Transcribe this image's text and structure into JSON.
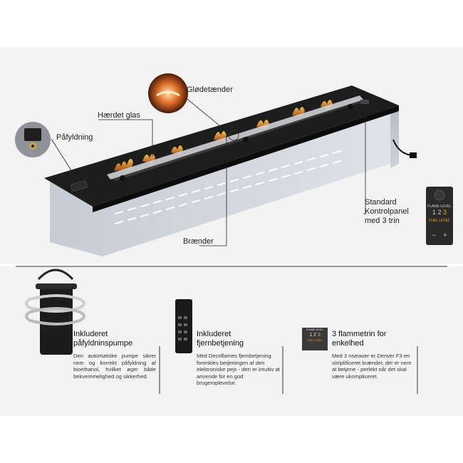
{
  "top_labels": {
    "ignitor": "Glødetænder",
    "glass": "Hærdet glas",
    "filling": "Påfyldning",
    "burner": "Brænder",
    "control_panel": "Standard Kontrolpanel med 3 trin"
  },
  "control_panel_screen": {
    "levels": [
      "1",
      "2",
      "3"
    ],
    "top_text": "FLAME LEVEL",
    "fuel_text": "FUEL LEVEL",
    "minus": "−",
    "plus": "+"
  },
  "features": [
    {
      "title": "Inkluderet påfyldninspumpe",
      "text": "Den automatiske pumpe sikrer nem og korrekt påfyldning af bioethanol, hvilket øger både bekvemmelighed og sikkerhed."
    },
    {
      "title": "Inkluderet fjernbetjening",
      "text": "Med Decoflames fjernbetjening forenkles betjeningen af den elektroniske pejs - den er intuitiv at anvende for en god brugeroplevelse."
    },
    {
      "title": "3 flammetrin for enkelhed",
      "text": "Med 3 niveauer er Denver F3 en simplificeret brænder, der er nem at betjene - perfekt når det skal være ukompliceret."
    }
  ],
  "colors": {
    "panel_bg": "#f3f3f3",
    "steel": "#c9cdd4",
    "top_plate": "#1b1b1b",
    "flame": "#e08a1e",
    "accent_level": "#f0a020"
  }
}
